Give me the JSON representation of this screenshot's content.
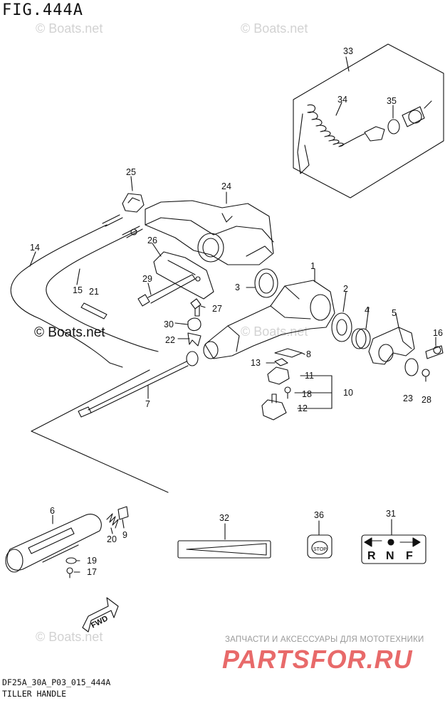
{
  "figure": {
    "title": "FIG.444A",
    "code": "DF25A_30A_P03_015_444A",
    "name": "TILLER HANDLE"
  },
  "watermarks": {
    "boats_net": "© Boats.net",
    "ru_banner": "ЗАПЧАСТИ И АКСЕССУАРЫ ДЛЯ МОТОТЕХНИКИ",
    "ru_logo": "PARTSFOR.RU"
  },
  "callouts": {
    "c1": "1",
    "c2": "2",
    "c3": "3",
    "c4": "4",
    "c5": "5",
    "c6": "6",
    "c7": "7",
    "c8": "8",
    "c9": "9",
    "c10": "10",
    "c11": "11",
    "c12": "12",
    "c13": "13",
    "c14": "14",
    "c15": "15",
    "c16": "16",
    "c17": "17",
    "c18": "18",
    "c19": "19",
    "c20": "20",
    "c21": "21",
    "c22": "22",
    "c23": "23",
    "c24": "24",
    "c25": "25",
    "c26": "26",
    "c27": "27",
    "c28": "28",
    "c29": "29",
    "c30": "30",
    "c31": "31",
    "c32": "32",
    "c33": "33",
    "c34": "34",
    "c35": "35",
    "c36": "36"
  },
  "parts_text": {
    "stop": "STOP",
    "fwd": "FWD",
    "shift_r": "R",
    "shift_n": "N",
    "shift_f": "F"
  }
}
